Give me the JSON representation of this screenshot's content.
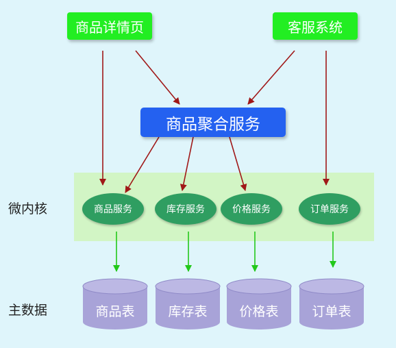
{
  "top": {
    "product_detail_page": "商品详情页",
    "customer_service_system": "客服系统"
  },
  "aggregation_service": "商品聚合服务",
  "layers": {
    "microkernel": "微内核",
    "master_data": "主数据"
  },
  "services": [
    "商品服务",
    "库存服务",
    "价格服务",
    "订单服务"
  ],
  "tables": [
    "商品表",
    "库存表",
    "价格表",
    "订单表"
  ],
  "colors": {
    "background": "#dff5fb",
    "top_box": "#22ee22",
    "aggregation_box": "#2461f0",
    "kernel_band": "#d2f5c5",
    "service_ellipse": "#2f9e61",
    "table_cylinder": "#a8a3d8",
    "red_arrow": "#a01818",
    "green_arrow": "#22c81a"
  }
}
